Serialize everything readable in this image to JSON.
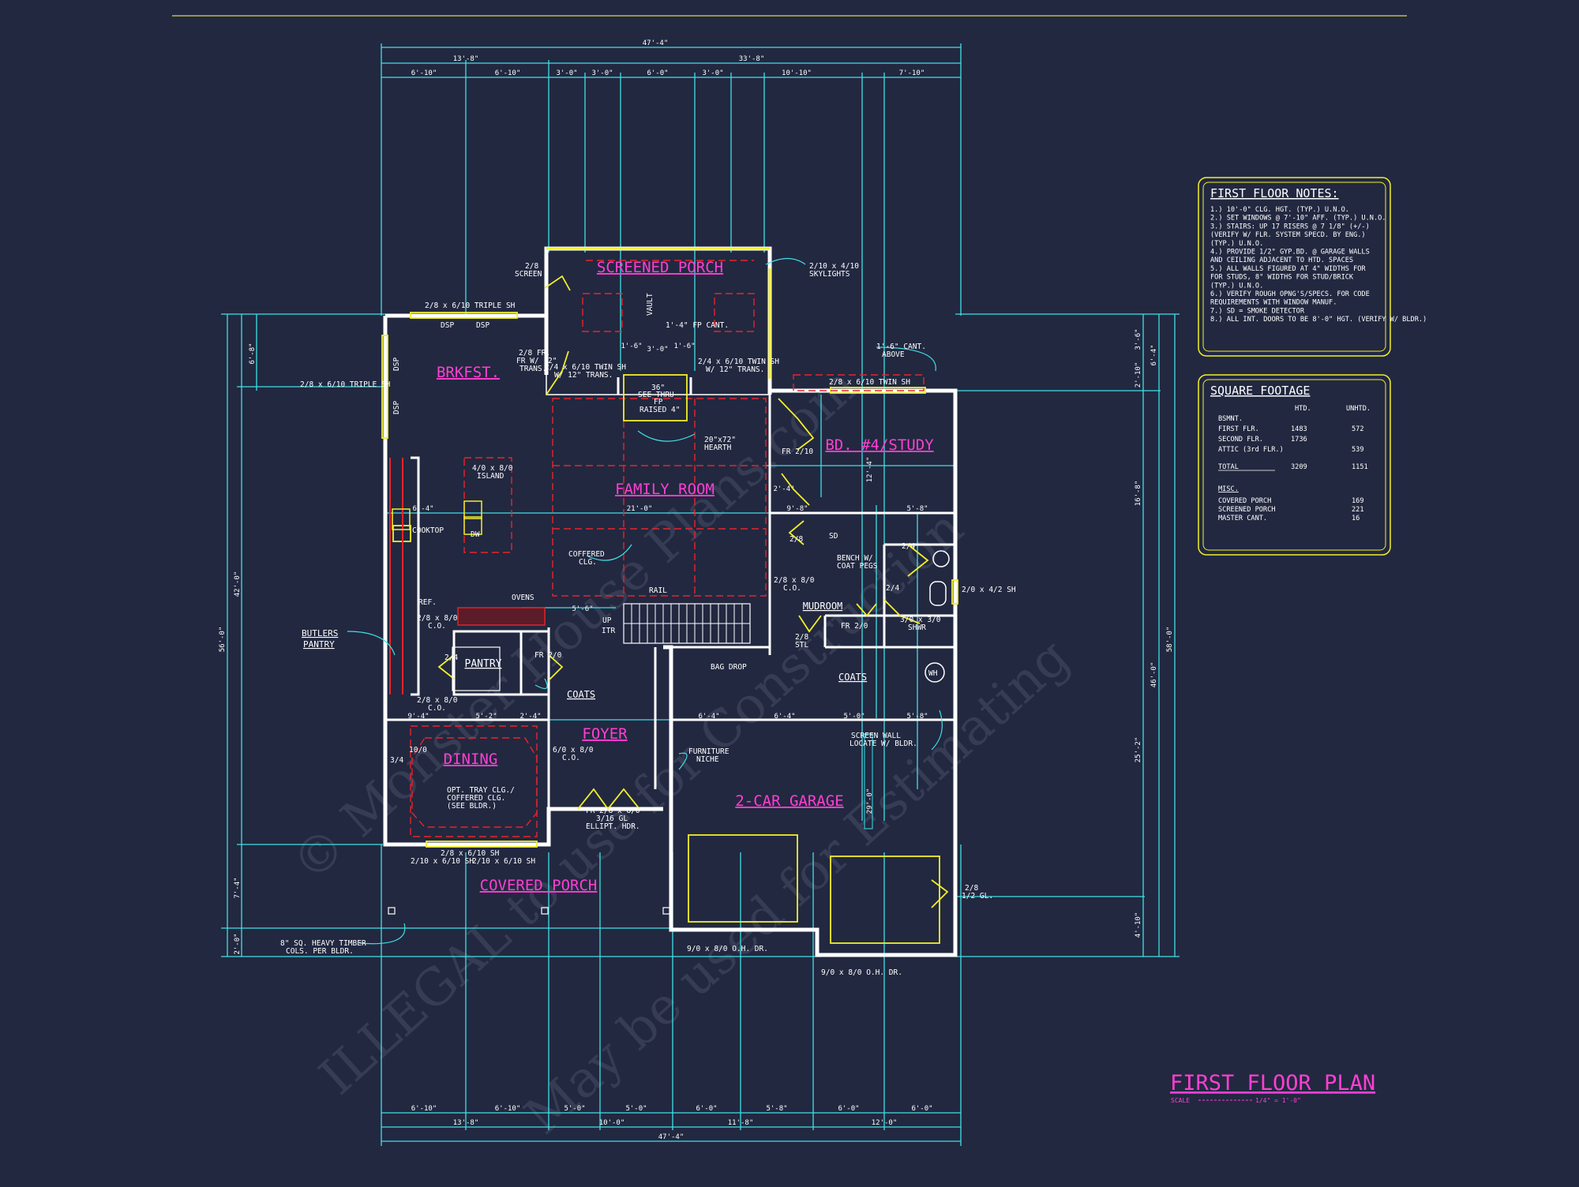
{
  "sheet": {
    "title": "FIRST FLOOR PLAN",
    "scale_label": "SCALE",
    "scale_value": "1/4\" = 1'-0\""
  },
  "watermark": {
    "line1": "© Monster House Plans.com",
    "line2": "ILLEGAL to use for Construction",
    "line3": "May be used for Estimating"
  },
  "rooms": {
    "screened_porch": "SCREENED PORCH",
    "brkfst": "BRKFST.",
    "family_room": "FAMILY ROOM",
    "bd4_study": "BD. #4/STUDY",
    "mudroom": "MUDROOM",
    "pantry": "PANTRY",
    "foyer": "FOYER",
    "dining": "DINING",
    "garage": "2-CAR GARAGE",
    "covered_porch": "COVERED PORCH"
  },
  "top_dimensions": {
    "overall": "47'-4\"",
    "left_group": "13'-8\"",
    "right_group": "33'-8\"",
    "segments": [
      "6'-10\"",
      "6'-10\"",
      "3'-0\"",
      "3'-0\"",
      "6'-0\"",
      "3'-0\"",
      "10'-10\"",
      "7'-10\""
    ]
  },
  "bottom_dimensions": {
    "overall": "47'-4\"",
    "segments": [
      "6'-10\"",
      "6'-10\"",
      "5'-0\"",
      "5'-0\"",
      "6'-0\"",
      "5'-8\"",
      "6'-0\"",
      "6'-0\""
    ],
    "groups": [
      "13'-8\"",
      "10'-0\"",
      "11'-8\"",
      "12'-0\""
    ]
  },
  "side_dimensions": {
    "left": [
      "6'-8\"",
      "42'-0\"",
      "56'-0\"",
      "7'-4\"",
      "2'-0\""
    ],
    "right": [
      "3'-6\"",
      "6'-4\"",
      "2'-10\"",
      "16'-8\"",
      "58'-0\"",
      "46'-0\"",
      "25'-2\"",
      "4'-10\""
    ]
  },
  "callouts": {
    "triple_sh_top": "2/8 x 6/10 TRIPLE SH",
    "triple_sh_left": "2/8 x 6/10 TRIPLE SH",
    "dsp_a": "DSP",
    "dsp_b": "DSP",
    "dsp_c": "DSP",
    "dsp_d": "DSP",
    "screen_door_a": "2/8",
    "screen_door_b": "SCREEN",
    "skylights_a": "2/10 x 4/10",
    "skylights_b": "SKYLIGHTS",
    "vault": "VAULT",
    "fp_cant": "1'-4\" FP CANT.",
    "twin_sh_a": "2/4 x 6/10 TWIN SH",
    "twin_sh_b": "W/ 12\" TRANS.",
    "twin_sh_c": "2/4 x 6/10 TWIN SH",
    "twin_sh_d": "W/ 12\" TRANS.",
    "fr_door_a": "2/8 FR.",
    "fr_door_b": "FR W/ 12\"",
    "fr_door_c": "TRANS.",
    "hearth_a": "36\"",
    "hearth_b": "SEE THRU",
    "hearth_c": "FP",
    "hearth_d": "RAISED 4\"",
    "hearth_e": "20\"x72\"",
    "hearth_f": "HEARTH",
    "cant_above_a": "1'-6\" CANT.",
    "cant_above_b": "ABOVE",
    "twin_sh_bd": "2/8 x 6/10 TWIN SH",
    "fr_bd": "FR 2/10",
    "island_a": "4/0 x 8/0",
    "island_b": "ISLAND",
    "dw": "DW",
    "cooktop": "COOKTOP",
    "coffered_a": "COFFERED",
    "coffered_b": "CLG.",
    "rail": "RAIL",
    "ovens": "OVENS",
    "ref": "REF.",
    "co_a": "2/8 x 8/0",
    "co_b": "C.O.",
    "butlers_a": "BUTLERS",
    "butlers_b": "PANTRY",
    "pantry_door": "2/4",
    "fr_pantry": "FR 2/0",
    "coats_a": "COATS",
    "up": "UP",
    "itr": "ITR",
    "co_c": "2/8 x 8/0",
    "co_d": "C.O.",
    "bench_a": "BENCH W/",
    "bench_b": "COAT PEGS",
    "sd": "SD",
    "door_28": "2/8",
    "door_24a": "2/4",
    "door_24b": "2/4",
    "sh_bath": "2/0 x 4/2 SH",
    "shwr_a": "3/0 x 3/0",
    "shwr_b": "SHWR",
    "fr_mud": "FR 2/0",
    "stl_a": "2/8",
    "stl_b": "STL",
    "bag_drop": "BAG DROP",
    "coats_b": "COATS",
    "wh": "WH",
    "screen_wall_a": "SCREEN WALL",
    "screen_wall_b": "LOCATE W/ BLDR.",
    "furniture_a": "FURNITURE",
    "furniture_b": "NICHE",
    "co_e": "2/8 x 8/0",
    "co_f": "C.O.",
    "dining_door_a": "6/0 x 8/0",
    "dining_door_b": "C.O.",
    "dining_34": "3/4",
    "dining_1010": "10/0",
    "tray_a": "OPT. TRAY CLG./",
    "tray_b": "COFFERED CLG.",
    "tray_c": "(SEE BLDR.)",
    "fr_entry_a": "FR 2/8 x 8/0",
    "fr_entry_b": "3/16 GL",
    "fr_entry_c": "ELLIPT. HDR.",
    "dining_sh_a": "2/8 x 6/10 SH",
    "dining_sh_b": "2/10 x 6/10 SH",
    "dining_sh_c": "2/10 x 6/10 SH",
    "garage_door_a": "9/0 x 8/0 O.H. DR.",
    "garage_door_b": "9/0 x 8/0 O.H. DR.",
    "garage_side_a": "2/8",
    "garage_side_b": "1/2 GL.",
    "timber_a": "8\" SQ. HEAVY TIMBER",
    "timber_b": "COLS. PER BLDR.",
    "interior_dims": [
      "6'-4\"",
      "21'-0\"",
      "9'-8\"",
      "5'-8\"",
      "2'-4\"",
      "5'-6\"",
      "9'-4\"",
      "5'-2\"",
      "2'-4\"",
      "6'-4\"",
      "6'-4\"",
      "5'-0\"",
      "5'-8\"",
      "29'-0\"",
      "12'-4\"",
      "1'-6\"",
      "3'-0\"",
      "1'-6\""
    ]
  },
  "notes_panel": {
    "title": "FIRST FLOOR NOTES:",
    "lines": [
      "1.) 10'-0\" CLG. HGT. (TYP.) U.N.O.",
      "2.) SET WINDOWS @ 7'-10\" AFF. (TYP.) U.N.O.",
      "3.) STAIRS: UP 17 RISERS @ 7 1/8\" (+/-)",
      "    (VERIFY W/ FLR. SYSTEM SPECD. BY ENG.)",
      "    (TYP.) U.N.O.",
      "4.) PROVIDE 1/2\" GYP.BD. @ GARAGE WALLS",
      "    AND CEILING ADJACENT TO HTD. SPACES",
      "5.) ALL WALLS FIGURED AT 4\" WIDTHS FOR",
      "    FOR STUDS, 8\" WIDTHS FOR STUD/BRICK",
      "    (TYP.) U.N.O.",
      "6.) VERIFY ROUGH OPNG'S/SPECS. FOR CODE",
      "    REQUIREMENTS WITH WINDOW MANUF.",
      "7.) SD = SMOKE DETECTOR",
      "8.) ALL INT. DOORS TO BE 8'-0\" HGT. (VERIFY W/ BLDR.)"
    ]
  },
  "sqft_panel": {
    "title": "SQUARE FOOTAGE",
    "col_htd": "HTD.",
    "col_unhtd": "UNHTD.",
    "rows": [
      {
        "label": "BSMNT.",
        "htd": "",
        "unhtd": ""
      },
      {
        "label": "FIRST FLR.",
        "htd": "1483",
        "unhtd": "572"
      },
      {
        "label": "SECOND FLR.",
        "htd": "1736",
        "unhtd": ""
      },
      {
        "label": "ATTIC (3rd FLR.)",
        "htd": "",
        "unhtd": "539"
      }
    ],
    "total": {
      "label": "TOTAL",
      "htd": "3209",
      "unhtd": "1151"
    },
    "misc_title": "MISC.",
    "misc": [
      {
        "label": "COVERED PORCH",
        "value": "169"
      },
      {
        "label": "SCREENED PORCH",
        "value": "221"
      },
      {
        "label": "MASTER CANT.",
        "value": "16"
      }
    ]
  },
  "colors": {
    "background": "#222840",
    "walls": "#ffffff",
    "dimensions": "#3fe0e6",
    "room_labels": "#ff3fd2",
    "red_dashed": "#e8242b",
    "yellow": "#f2ef2a"
  }
}
